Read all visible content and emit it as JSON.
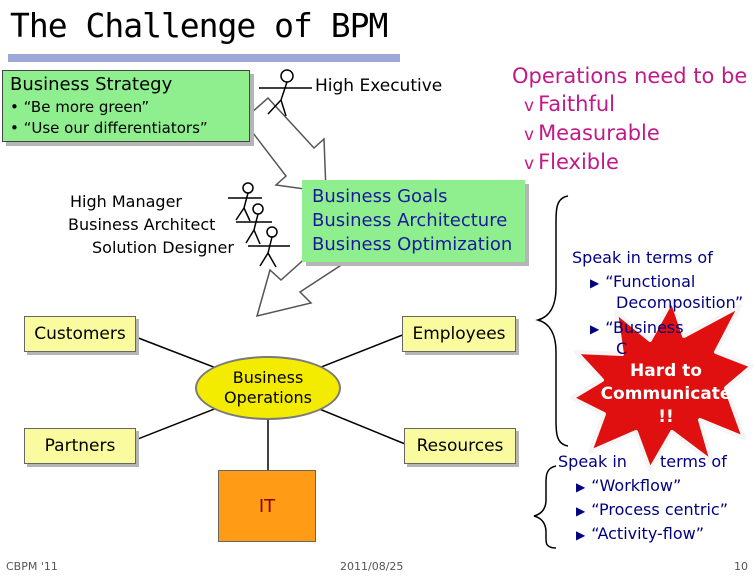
{
  "title": "The Challenge of BPM",
  "strategy": {
    "heading": "Business Strategy",
    "bullets": [
      "• “Be more green”",
      "• “Use our differentiators”"
    ]
  },
  "roles": {
    "high_executive": "High Executive",
    "high_manager": "High Manager",
    "business_architect": "Business Architect",
    "solution_designer": "Solution Designer"
  },
  "operations_need": {
    "heading": "Operations need to be",
    "items": [
      "Faithful",
      "Measurable",
      "Flexible"
    ],
    "bullet_glyph": "v"
  },
  "goals": [
    "Business Goals",
    "Business Architecture",
    "Business Optimization"
  ],
  "hub": {
    "customers": "Customers",
    "employees": "Employees",
    "partners": "Partners",
    "resources": "Resources",
    "center_line1": "Business",
    "center_line2": "Operations",
    "it": "IT"
  },
  "speak_upper": {
    "heading": "Speak in terms of",
    "item1_line1": "“Functional",
    "item1_line2": "Decomposition”",
    "item2_line1": "“Business",
    "item2_line2": "C"
  },
  "hard": {
    "line1": "Hard to",
    "line2": "Communicate",
    "line3": "!!"
  },
  "speak_lower": {
    "heading_a": "Speak in",
    "heading_b": "terms of",
    "items": [
      "“Workflow”",
      "“Process centric”",
      "“Activity-flow”"
    ]
  },
  "footer": {
    "left": "CBPM '11",
    "center": "2011/08/25",
    "page": "10"
  },
  "colors": {
    "title_rule": "#9fa9d8",
    "green_box": "#8fef8f",
    "yellow_box": "#fafa9e",
    "ellipse": "#f4ec00",
    "it_box": "#ff9b14",
    "magenta_text": "#c0198a",
    "navy_text": "#000080",
    "burst": "#e01010"
  }
}
